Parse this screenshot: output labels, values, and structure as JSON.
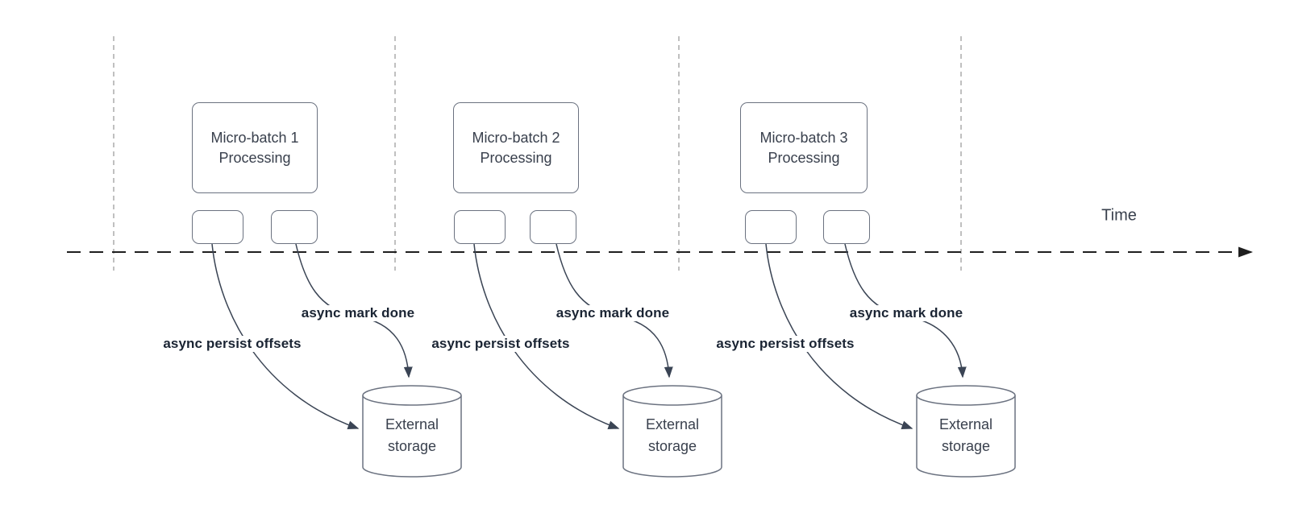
{
  "diagram": {
    "time_label": "Time",
    "groups": [
      {
        "box_label": "Micro-batch 1\nProcessing",
        "persist_arrow_label": "async persist offsets",
        "mark_done_arrow_label": "async mark done",
        "storage_label": "External\nstorage"
      },
      {
        "box_label": "Micro-batch 2\nProcessing",
        "persist_arrow_label": "async persist offsets",
        "mark_done_arrow_label": "async mark done",
        "storage_label": "External\nstorage"
      },
      {
        "box_label": "Micro-batch 3\nProcessing",
        "persist_arrow_label": "async persist offsets",
        "mark_done_arrow_label": "async mark done",
        "storage_label": "External\nstorage"
      }
    ],
    "colors": {
      "background": "#ffffff",
      "shape_stroke": "#6b7280",
      "shape_text": "#39404d",
      "label_text": "#1a2433",
      "connector": "#3a4454",
      "timeline": "#1f1f1f",
      "gridline": "#ababab"
    }
  }
}
